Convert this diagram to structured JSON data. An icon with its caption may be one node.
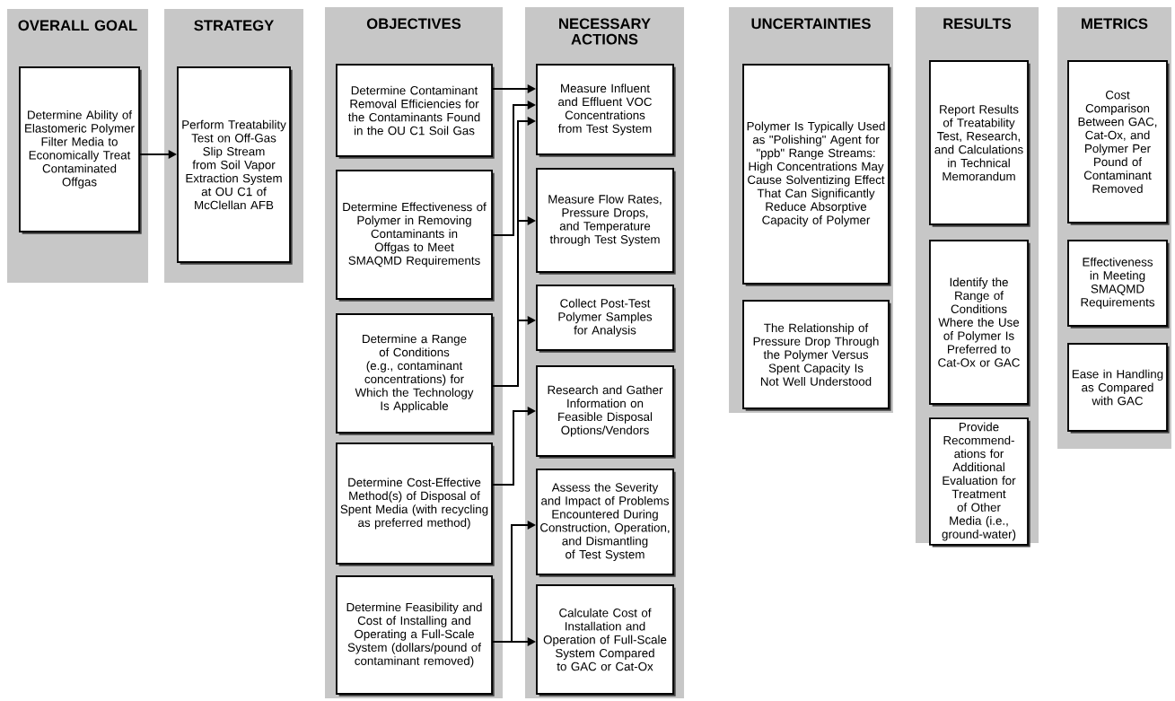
{
  "diagram": {
    "nodes": [
      {
        "text": [
          "OVERALL GOAL"
        ]
      },
      {
        "text": [
          "Determine Ability of Elastomeric Polymer Filter Media to Economically Treat Contaminated Offgas"
        ],
        "in": 0
      },
      {
        "text": [
          "STRATEGY"
        ]
      },
      {
        "text": [
          "Perform Treatability Test on Off-Gas Slip Stream from Soil Vapor Extraction System at OU C1 of McClellan AFB"
        ],
        "in": 2
      },
      {
        "text": [
          "OBJECTIVES"
        ]
      },
      {
        "text": [
          "Determine Contaminant Removal Efficiencies for the Contaminants Found in the OU C1 Soil Gas"
        ],
        "in": 4
      },
      {
        "text": [
          "Determine Effectiveness of Polymer in Removing Contaminants in Offgas to Meet SMAQMD Requirements"
        ],
        "in": 4
      },
      {
        "text": [
          "Determine a Range of Conditions (e.g., contaminant concentrations) for Which the Technology Is Applicable"
        ],
        "in": 4
      },
      {
        "text": [
          "Determine Cost-Effective Method(s) of Disposal of Spent Media (with recycling as preferred method)"
        ],
        "in": 4
      },
      {
        "text": [
          "Determine Feasibility and Cost of Installing and Operating a Full-Scale System (dollars/pound of contaminant removed)"
        ],
        "in": 4
      },
      {
        "text": [
          "NECESSARY ACTIONS"
        ]
      },
      {
        "text": [
          "Measure Influent and Effluent VOC Concentrations from Test System"
        ],
        "in": 10
      },
      {
        "text": [
          "Measure Flow Rates, Pressure Drops, and Temperature through Test System"
        ],
        "in": 10
      },
      {
        "text": [
          "Collect Post-Test Polymer Samples for Analysis"
        ],
        "in": 10
      },
      {
        "text": [
          "Research and Gather Information on Feasible Disposal Options/Vendors"
        ],
        "in": 10
      },
      {
        "text": [
          "Assess the Severity and Impact of Problems Encountered During Construction, Operation, and Dismantling of Test System"
        ],
        "in": 10
      },
      {
        "text": [
          "Calculate Cost of Installation and Operation of Full-Scale System Compared to GAC or Cat-Ox"
        ],
        "in": 10
      },
      {
        "text": [
          "UNCERTAINTIES"
        ]
      },
      {
        "text": [
          "Polymer Is Typically Used as \"Polishing\" Agent for \"ppb\" Range Streams: High Concentrations May Cause Solventizing Effect That Can Significantly Reduce Absorptive Capacity of Polymer"
        ],
        "in": 17
      },
      {
        "text": [
          "The Relationship of Pressure Drop Through the Polymer Versus Spent Capacity Is Not Well Understood"
        ],
        "in": 17
      },
      {
        "text": [
          "RESULTS"
        ]
      },
      {
        "text": [
          "Report Results of Treatability Test, Research, and Calculations in Technical Memorandum"
        ],
        "in": 20
      },
      {
        "text": [
          "Identify the Range of Conditions Where the Use of Polymer Is Preferred to Cat-Ox or GAC"
        ],
        "in": 20
      },
      {
        "text": [
          "Provide Recommend-ations for Additional Evaluation for Treatment of Other Media (i.e., ground-water)"
        ],
        "in": 20
      },
      {
        "text": [
          "METRICS"
        ]
      },
      {
        "text": [
          "Cost Comparison Between GAC, Cat-Ox, and Polymer Per Pound of Contaminant Removed"
        ],
        "in": 24
      },
      {
        "text": [
          "Effectiveness in Meeting SMAQMD Requirements"
        ],
        "in": 24
      },
      {
        "text": [
          "Ease in Handling as Compared with GAC"
        ],
        "in": 24
      }
    ],
    "edges": [
      {
        "from": 1,
        "to": 3,
        "arrow": "to"
      },
      {
        "from": 5,
        "to": 11,
        "arrow": "to"
      },
      {
        "from": 6,
        "to": 11,
        "arrow": "to"
      },
      {
        "from": 7,
        "to": 11,
        "arrow": "to"
      },
      {
        "from": 7,
        "to": 12,
        "arrow": "to"
      },
      {
        "from": 7,
        "to": 13,
        "arrow": "to"
      },
      {
        "from": 8,
        "to": 14,
        "arrow": "to"
      },
      {
        "from": 9,
        "to": 15,
        "arrow": "to"
      },
      {
        "from": 9,
        "to": 16,
        "arrow": "to"
      }
    ]
  }
}
